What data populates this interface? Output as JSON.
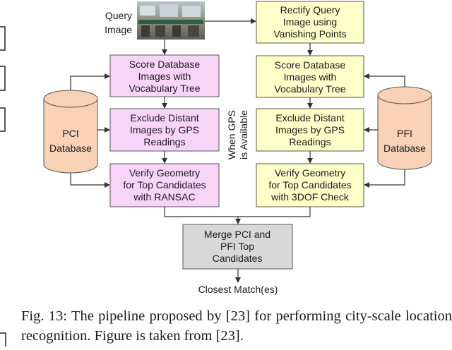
{
  "diagram": {
    "query_label": [
      "Query",
      "Image"
    ],
    "rectify": [
      "Rectify Query",
      "Image using",
      "Vanishing Points"
    ],
    "left": {
      "score": [
        "Score Database",
        "Images with",
        "Vocabulary Tree"
      ],
      "exclude": [
        "Exclude Distant",
        "Images by GPS",
        "Readings"
      ],
      "verify": [
        "Verify Geometry",
        "for Top Candidates",
        "with RANSAC"
      ]
    },
    "right": {
      "score": [
        "Score Database",
        "Images with",
        "Vocabulary Tree"
      ],
      "exclude": [
        "Exclude Distant",
        "Images by GPS",
        "Readings"
      ],
      "verify": [
        "Verify Geometry",
        "for Top Candidates",
        "with 3DOF Check"
      ]
    },
    "pci_db": [
      "PCI",
      "Database"
    ],
    "pfi_db": [
      "PFI",
      "Database"
    ],
    "gps_note": [
      "When GPS",
      "is Available"
    ],
    "merge": [
      "Merge PCI and",
      "PFI Top",
      "Candidates"
    ],
    "output": "Closest Match(es)",
    "colors": {
      "left_box": "#f9d4f9",
      "right_box": "#fefec8",
      "merge_box": "#d8d8d8",
      "cylinder": "#f8d1b6"
    }
  },
  "caption": "Fig. 13: The pipeline proposed by [23] for performing city-scale location recognition. Figure is taken from [23]."
}
